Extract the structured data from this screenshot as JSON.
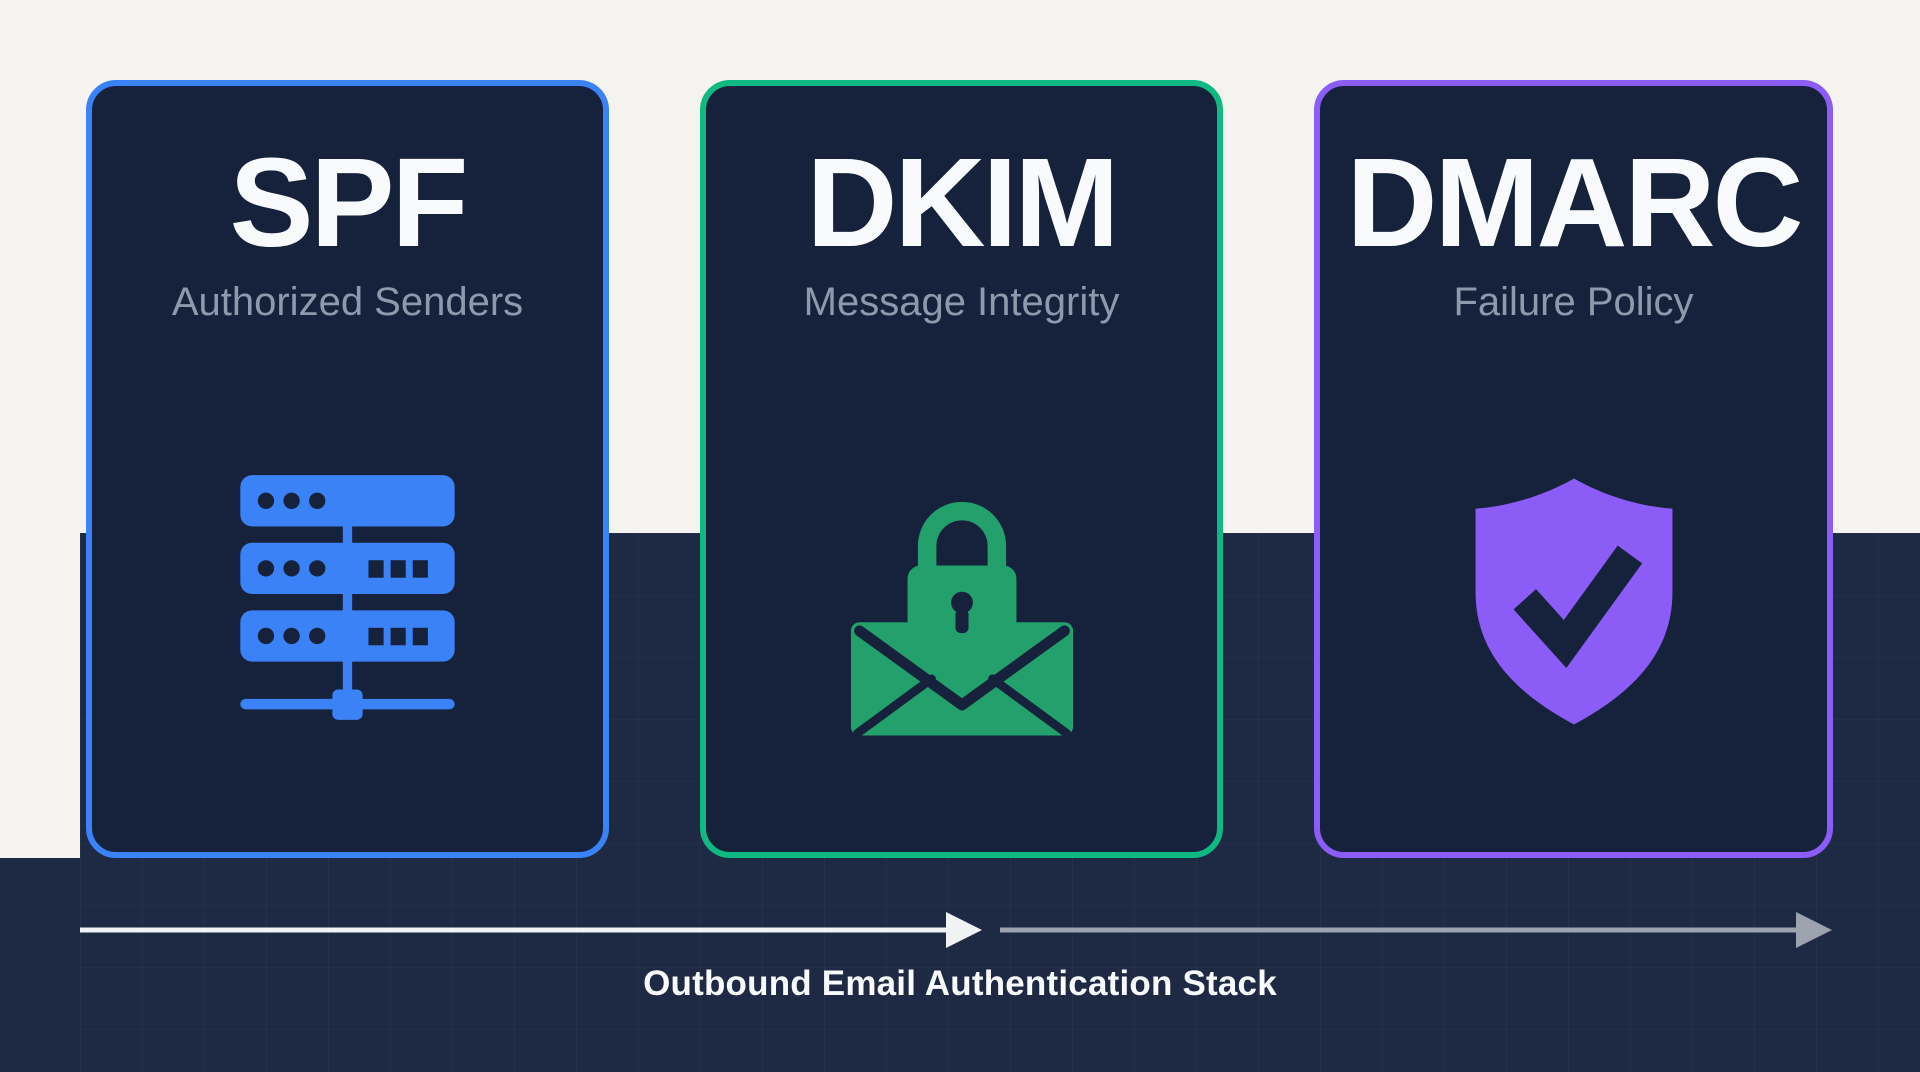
{
  "colors": {
    "page_bg": "#f4f3f0",
    "band_bg": "#1e2a44",
    "card_bg": "#16213b",
    "title_text": "#f8fafc",
    "subtitle_text": "#8e99ab",
    "arrow_primary": "#f0f2f4",
    "arrow_secondary": "#9ca3af"
  },
  "cards": [
    {
      "title": "SPF",
      "subtitle": "Authorized Senders",
      "accent": "#3b82f6",
      "icon": "server-rack-icon",
      "icon_color": "#3b82f6"
    },
    {
      "title": "DKIM",
      "subtitle": "Message Integrity",
      "accent": "#10b981",
      "icon": "locked-envelope-icon",
      "icon_color": "#23a06b"
    },
    {
      "title": "DMARC",
      "subtitle": "Failure Policy",
      "accent": "#8b5cf6",
      "icon": "shield-check-icon",
      "icon_color": "#8b5cf6"
    }
  ],
  "flow": {
    "label": "Outbound Email Authentication Stack"
  }
}
